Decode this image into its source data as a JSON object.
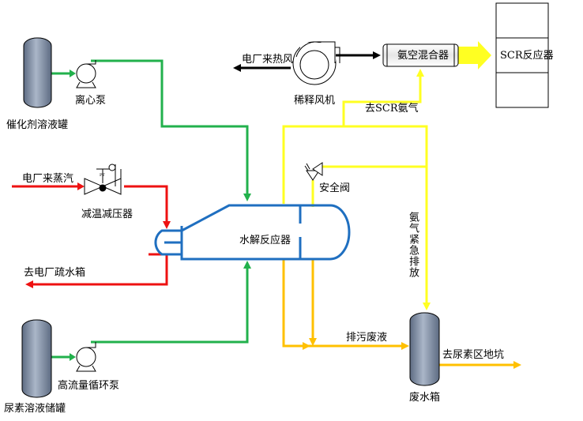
{
  "labels": {
    "catalyst_tank": "催化剂溶液罐",
    "centrifugal_pump": "离心泵",
    "steam_in": "电厂来蒸汽",
    "desuperheater": "减温减压器",
    "to_drain_tank": "去电厂疏水箱",
    "urea_tank": "尿素溶液储罐",
    "circulation_pump": "高流量循环泵",
    "hydrolysis_reactor": "水解反应器",
    "safety_valve": "安全阀",
    "hot_air_in": "电厂来热风",
    "dilution_fan": "稀释风机",
    "ammonia_mixer": "氨空混合器",
    "scr_reactor": "SCR反应器",
    "to_scr_ammonia": "去SCR氨气",
    "ammonia_emergency_vent": "氨气紧急排放",
    "blowdown_waste": "排污废液",
    "wastewater_tank": "废水箱",
    "to_urea_pit": "去尿素区地坑"
  },
  "colors": {
    "green_line": "#22b14c",
    "red_line": "#ee1111",
    "yellow_line": "#ffff22",
    "orange_line": "#ffc000",
    "blue_reactor": "#1f6fc0",
    "tank_fill": "#8a9ab3",
    "black_line": "#000000"
  }
}
